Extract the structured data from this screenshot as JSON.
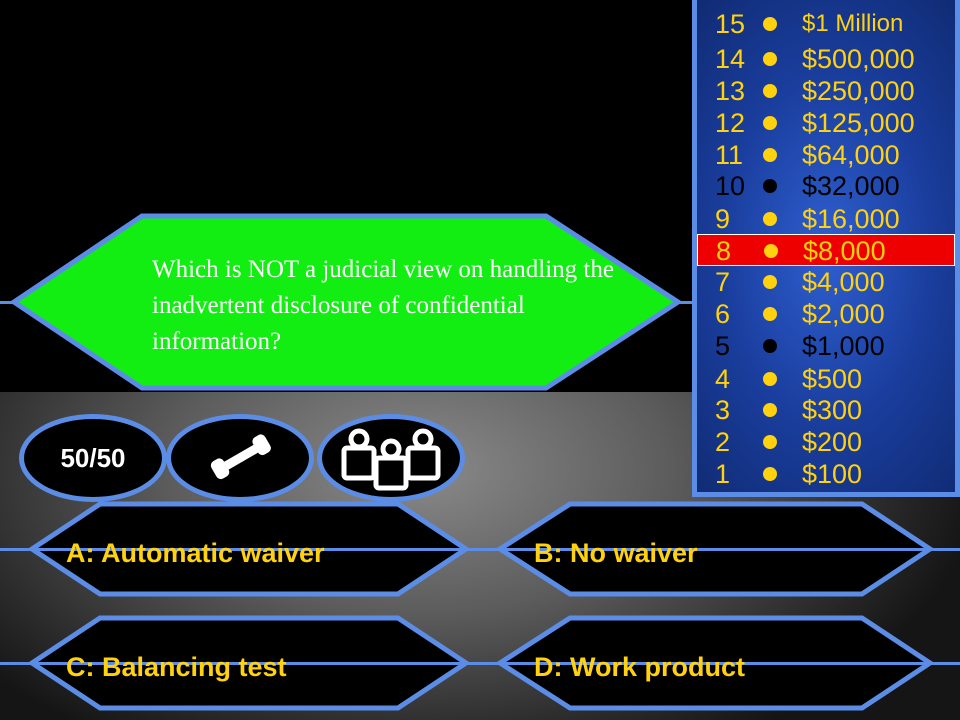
{
  "question": {
    "text": "Which is NOT a judicial view on handling the inadvertent disclosure of confidential information?"
  },
  "lifelines": {
    "fifty_fifty_label": "50/50",
    "phone_icon": "phone-icon",
    "audience_icon": "audience-icon"
  },
  "answers": {
    "a": "A:  Automatic waiver",
    "b": "B:  No waiver",
    "c": "C:  Balancing test",
    "d": "D:  Work product"
  },
  "money_ladder": [
    {
      "number": "15",
      "amount": "$1 Million",
      "style": "yellow"
    },
    {
      "number": "14",
      "amount": "$500,000",
      "style": "yellow"
    },
    {
      "number": "13",
      "amount": "$250,000",
      "style": "yellow"
    },
    {
      "number": "12",
      "amount": "$125,000",
      "style": "yellow"
    },
    {
      "number": "11",
      "amount": "$64,000",
      "style": "yellow"
    },
    {
      "number": "10",
      "amount": "$32,000",
      "style": "black"
    },
    {
      "number": "9",
      "amount": "$16,000",
      "style": "yellow"
    },
    {
      "number": "8",
      "amount": "$8,000",
      "style": "current"
    },
    {
      "number": "7",
      "amount": "$4,000",
      "style": "yellow"
    },
    {
      "number": "6",
      "amount": "$2,000",
      "style": "yellow"
    },
    {
      "number": "5",
      "amount": "$1,000",
      "style": "black"
    },
    {
      "number": "4",
      "amount": "$500",
      "style": "yellow"
    },
    {
      "number": "3",
      "amount": "$300",
      "style": "yellow"
    },
    {
      "number": "2",
      "amount": "$200",
      "style": "yellow"
    },
    {
      "number": "1",
      "amount": "$100",
      "style": "yellow"
    }
  ],
  "colors": {
    "accent_blue": "#5b8de6",
    "question_green": "#12ee12",
    "gold": "#ffd10f",
    "current_red": "#ee0000"
  }
}
